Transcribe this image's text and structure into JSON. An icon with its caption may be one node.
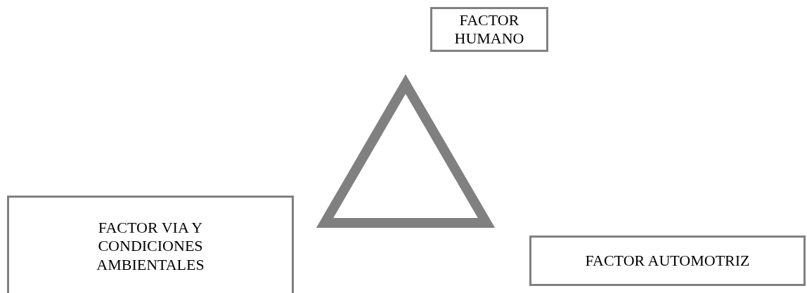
{
  "diagram": {
    "nodes": [
      {
        "text": [
          "FACTOR HUMANO"
        ]
      },
      {
        "text": [
          "FACTOR VIA Y CONDICIONES AMBIENTALES"
        ]
      },
      {
        "text": [
          "FACTOR AUTOMOTRIZ"
        ]
      }
    ],
    "edges": []
  }
}
